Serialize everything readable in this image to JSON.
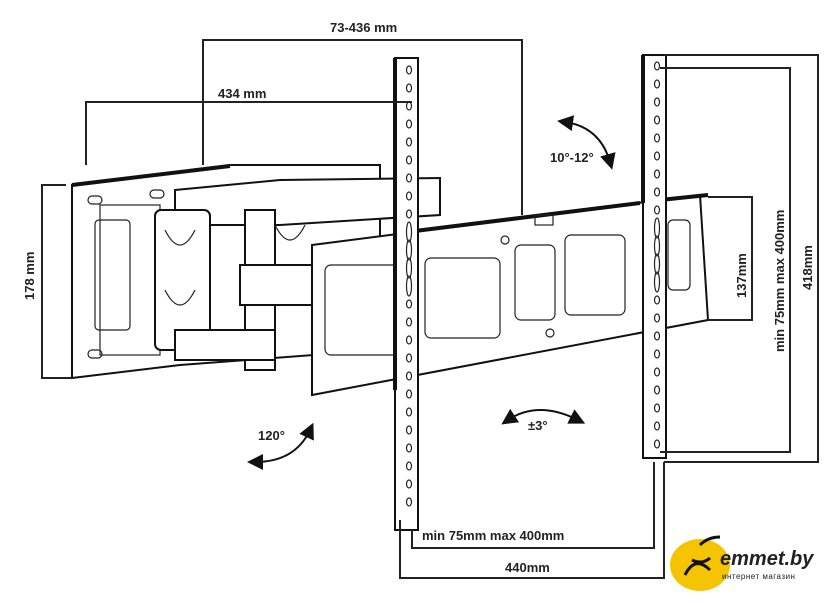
{
  "dimensions": {
    "arm_extension": "73-436 mm",
    "arm_length": "434 mm",
    "wall_plate_height": "178 mm",
    "bracket_height": "137mm",
    "vesa_vertical": "min 75mm max 400mm",
    "total_height": "418mm",
    "vesa_horizontal": "min 75mm max 400mm",
    "total_width": "440mm"
  },
  "angles": {
    "tilt": "10°-12°",
    "swivel": "120°",
    "rotation": "±3°"
  },
  "logo": {
    "name": "emmet.by",
    "tagline": "интернет магазин",
    "color": "#f5c400"
  }
}
